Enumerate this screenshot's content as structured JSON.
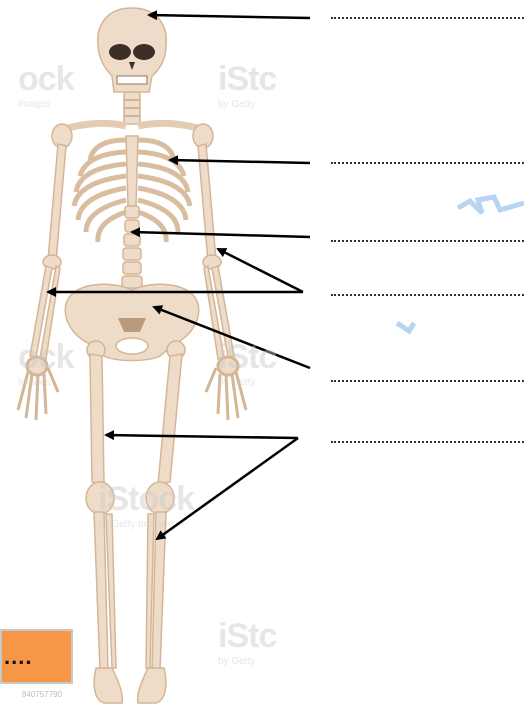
{
  "watermarks": [
    {
      "big": "ock",
      "small": "Images"
    },
    {
      "big": "iStc",
      "small": "by Getty"
    },
    {
      "big": "ock",
      "small": "Images"
    },
    {
      "big": "iStc",
      "small": "by Getty"
    },
    {
      "big": "iStock",
      "small": "by Getty Images"
    },
    {
      "big": "iStc",
      "small": "by Getty"
    }
  ],
  "answer_box": {
    "text": "....",
    "color": "#f79646"
  },
  "stock_id": "840757790",
  "colors": {
    "bone": "#efdcc8",
    "bone_shadow": "#d4b596",
    "arrow": "#000000",
    "accent": "#4a90d9"
  }
}
